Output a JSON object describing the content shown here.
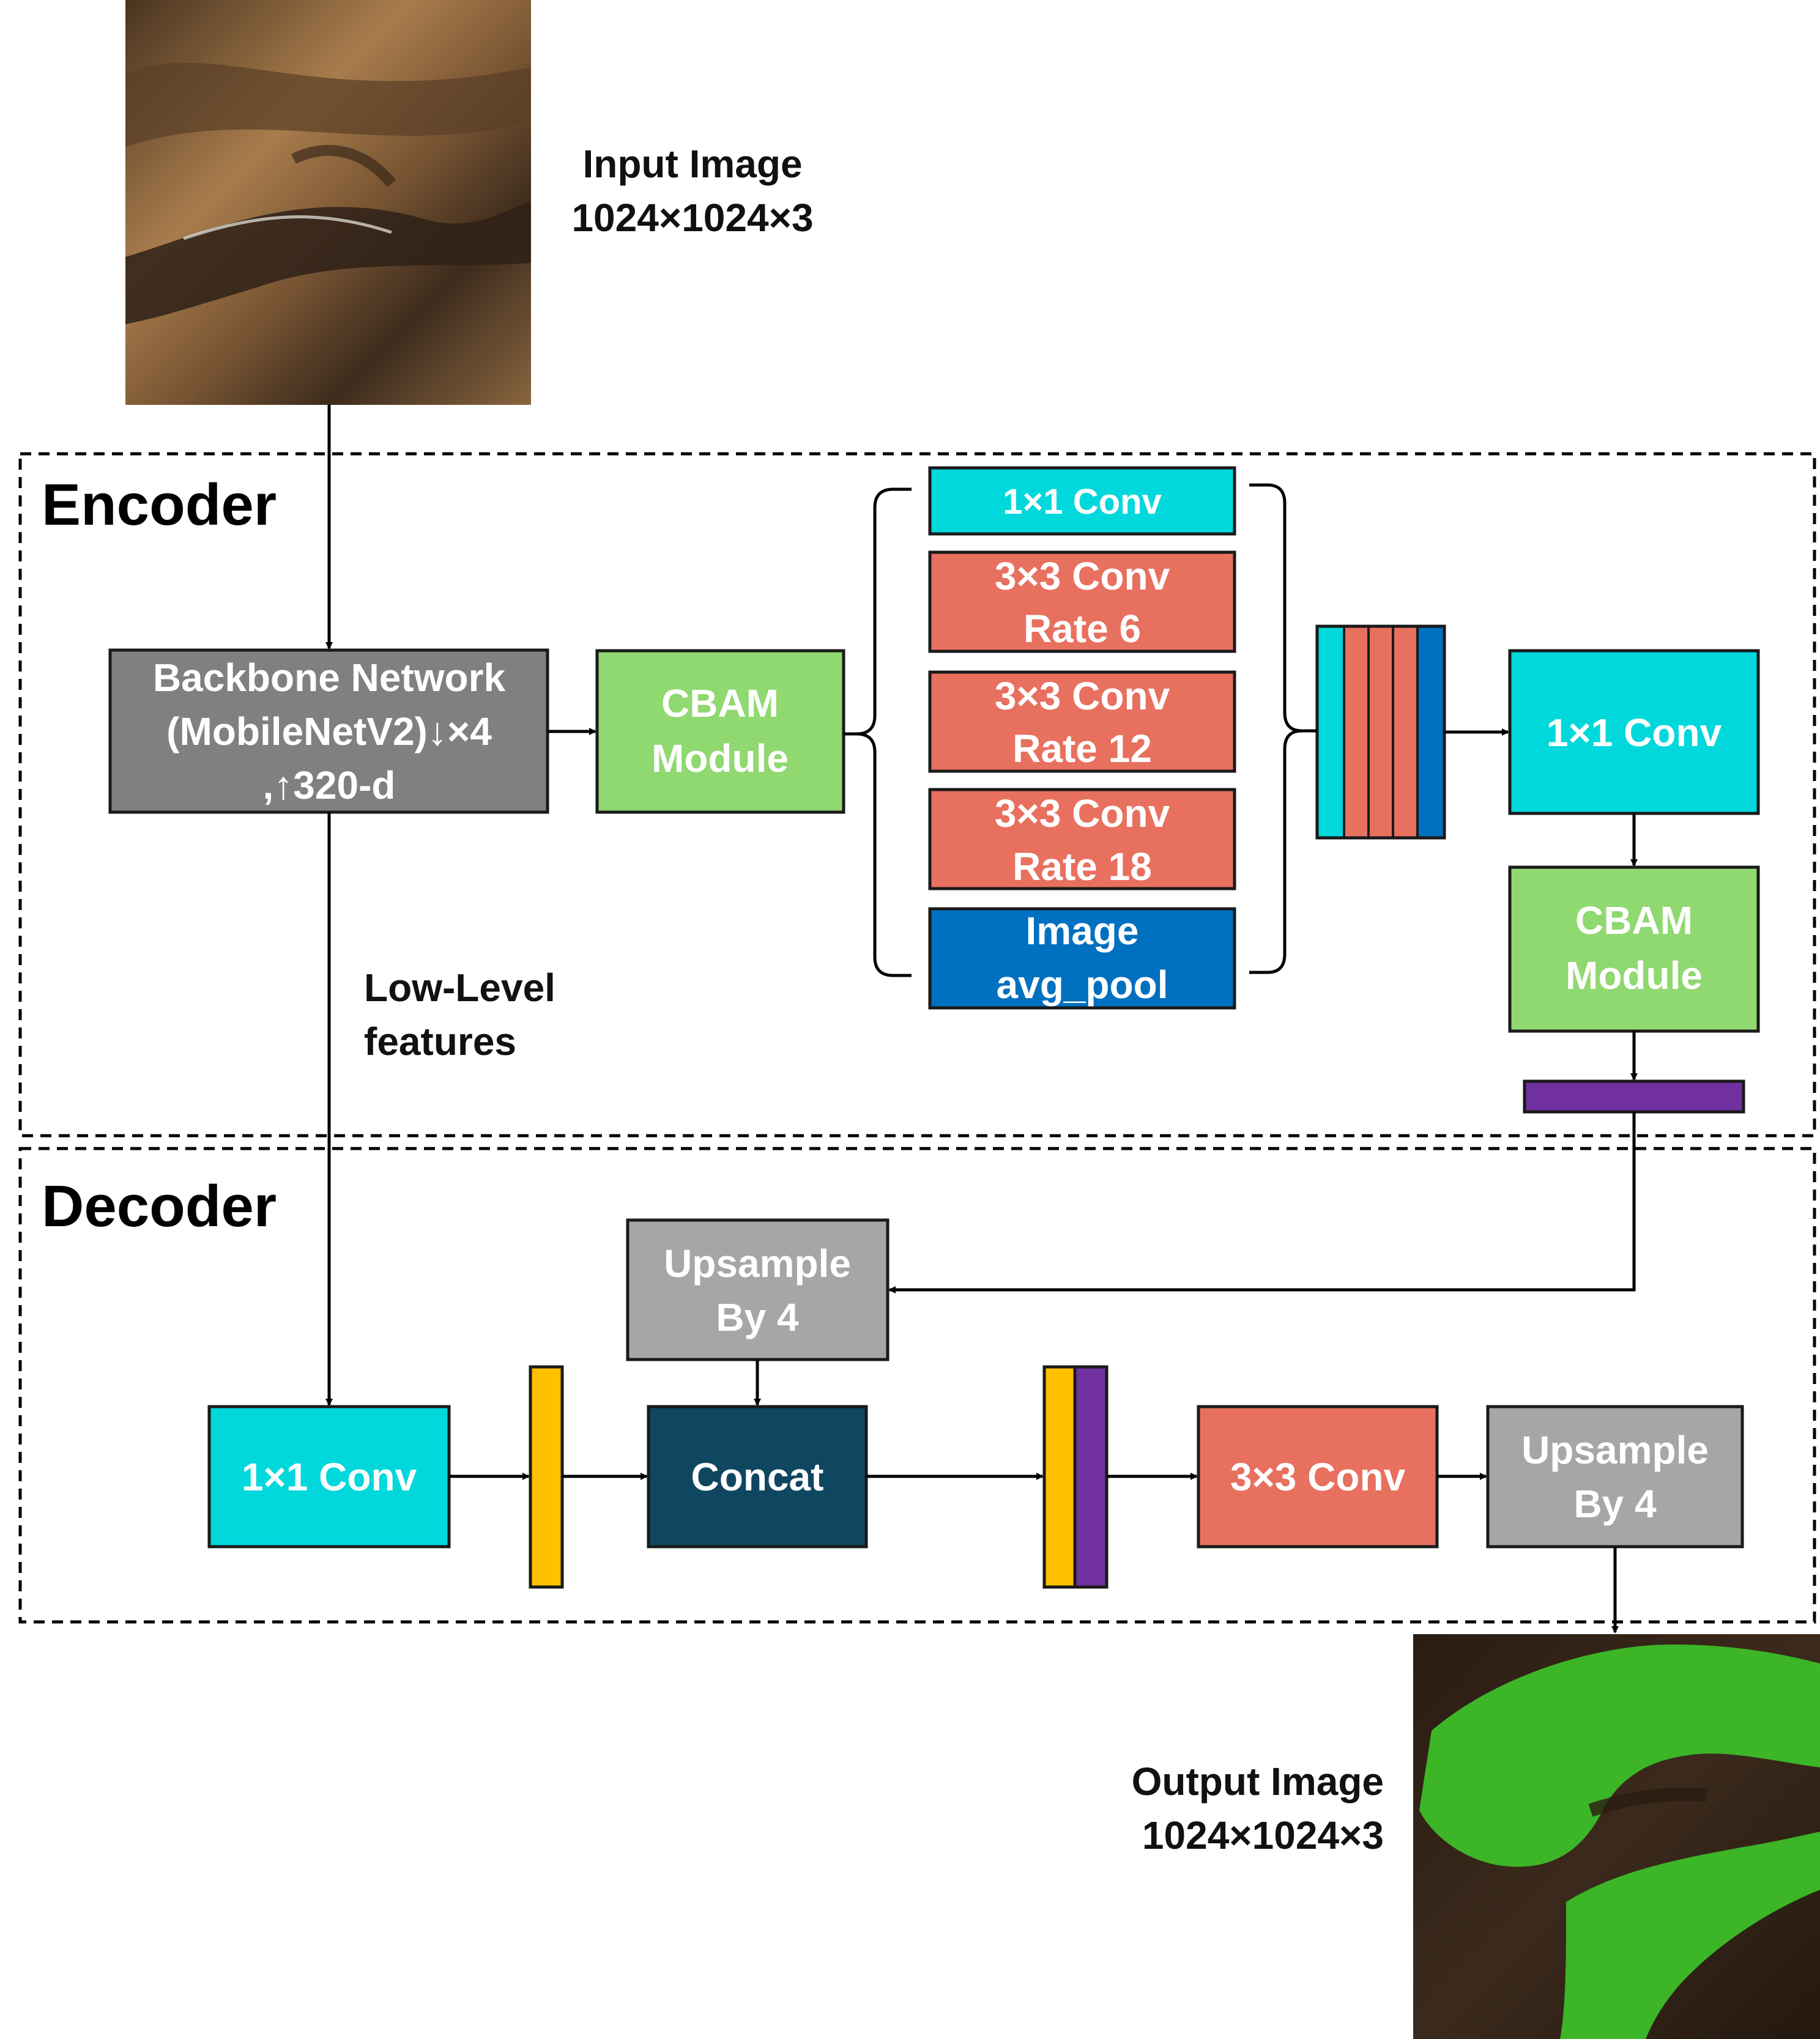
{
  "colors": {
    "cyan": "#00d8dc",
    "salmon": "#e8705f",
    "blue": "#0070c0",
    "green": "#90d870",
    "gray": "#808080",
    "lightgray": "#a6a6a6",
    "navy": "#0f4660",
    "yellow": "#ffc000",
    "purple": "#7030a0"
  },
  "input": {
    "title": "Input Image",
    "size": "1024×1024×3"
  },
  "output": {
    "title": "Output Image",
    "size": "1024×1024×3"
  },
  "encoder": {
    "title": "Encoder",
    "backbone": {
      "line1": "Backbone Network",
      "line2": "(MobileNetV2)↓×4",
      "line3": ",↑320-d"
    },
    "cbam1": {
      "line1": "CBAM",
      "line2": "Module"
    },
    "aspp": {
      "conv1x1": "1×1 Conv",
      "rate6": {
        "line1": "3×3 Conv",
        "line2": "Rate 6"
      },
      "rate12": {
        "line1": "3×3 Conv",
        "line2": "Rate 12"
      },
      "rate18": {
        "line1": "3×3 Conv",
        "line2": "Rate 18"
      },
      "pool": {
        "line1": "Image",
        "line2": "avg_pool"
      }
    },
    "conv1x1_after": "1×1 Conv",
    "cbam2": {
      "line1": "CBAM",
      "line2": "Module"
    },
    "lowlevel": {
      "line1": "Low-Level",
      "line2": "features"
    }
  },
  "decoder": {
    "title": "Decoder",
    "upsample1": {
      "line1": "Upsample",
      "line2": "By 4"
    },
    "conv1x1": "1×1 Conv",
    "concat": "Concat",
    "conv3x3": "3×3 Conv",
    "upsample2": {
      "line1": "Upsample",
      "line2": "By 4"
    }
  }
}
